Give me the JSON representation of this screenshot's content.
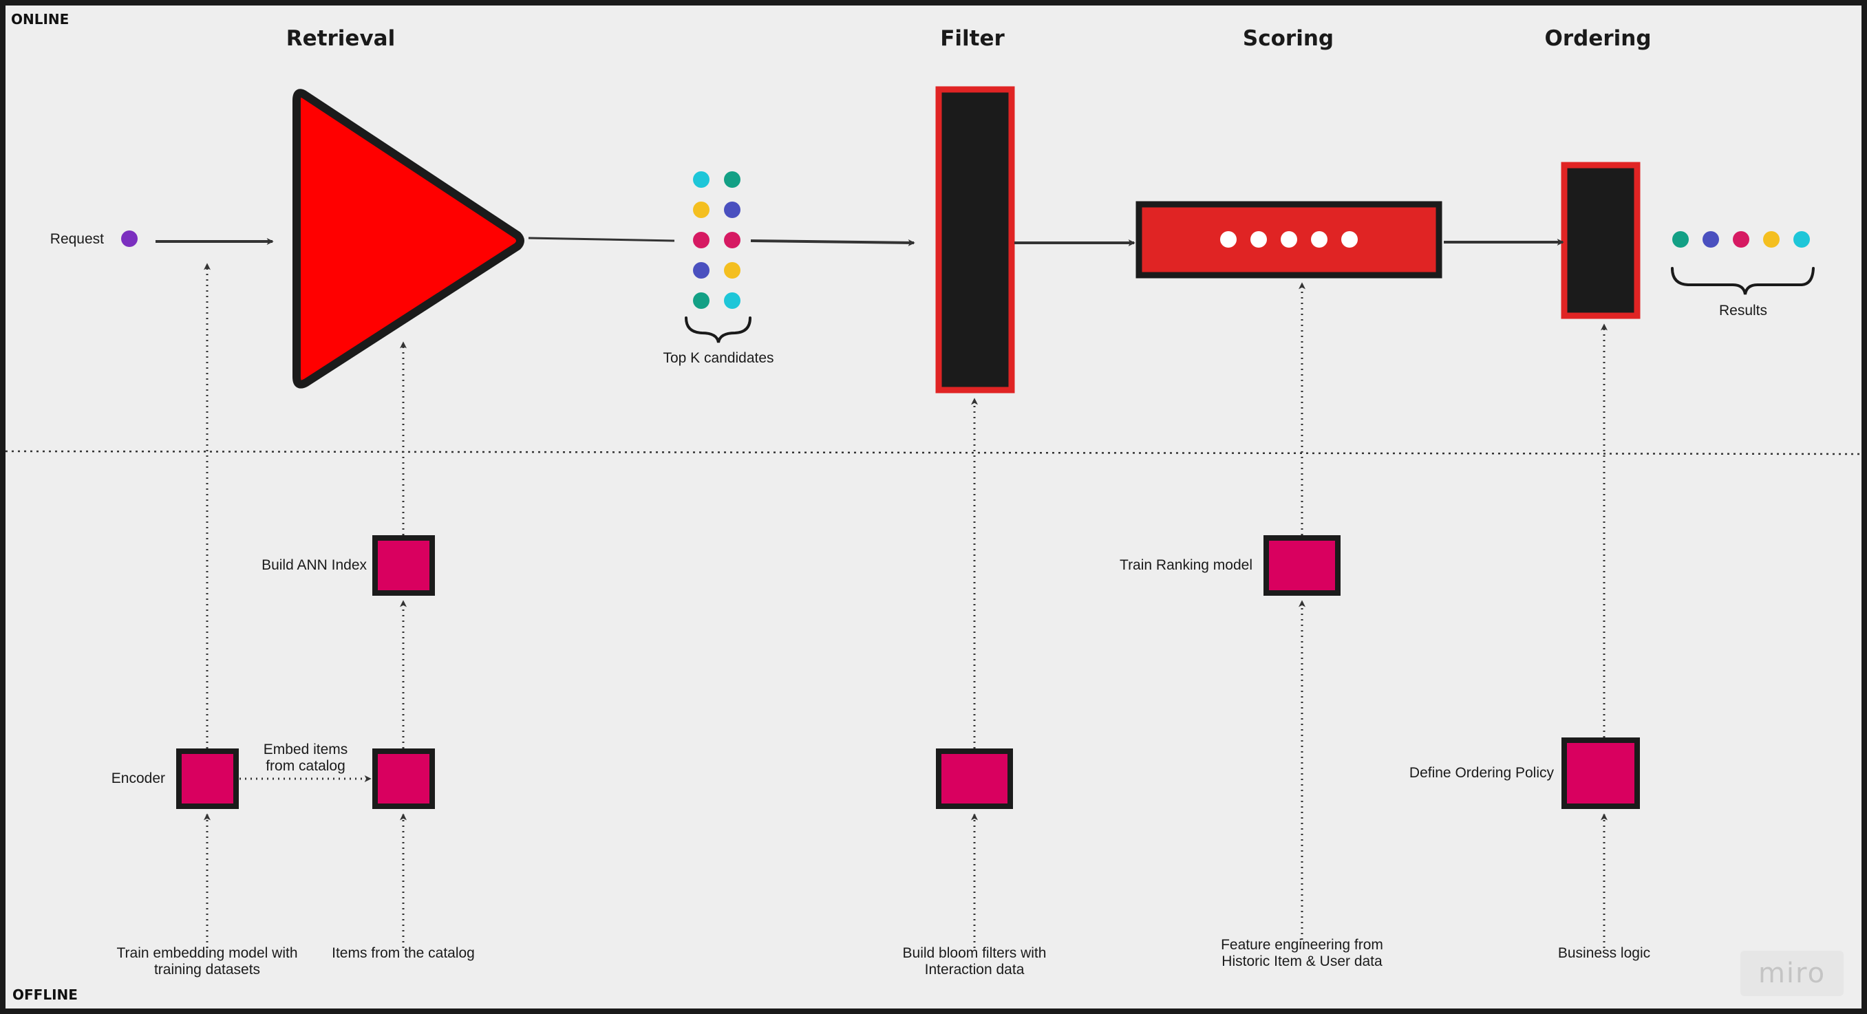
{
  "sections": {
    "online": "ONLINE",
    "offline": "OFFLINE"
  },
  "stages": {
    "retrieval": "Retrieval",
    "filter": "Filter",
    "scoring": "Scoring",
    "ordering": "Ordering"
  },
  "labels": {
    "request": "Request",
    "top_k_candidates": "Top K candidates",
    "results": "Results",
    "build_ann_index": "Build ANN Index",
    "encoder": "Encoder",
    "embed_items": "Embed items\nfrom catalog",
    "train_ranking_model": "Train Ranking model",
    "define_ordering_policy": "Define Ordering Policy",
    "train_embedding_model": "Train embedding model with\ntraining datasets",
    "items_from_catalog": "Items from the catalog",
    "build_bloom_filters": "Build bloom filters with\nInteraction data",
    "feature_engineering": "Feature engineering from\nHistoric Item & User data",
    "business_logic": "Business logic"
  },
  "watermark": "miro",
  "colors": {
    "canvas": "#eeeeee",
    "frame": "#1a1a1a",
    "retrieval_red": "#ff0000",
    "accent_red": "#e02424",
    "block_dark": "#1b1b1b",
    "offline_box": "#d9005f",
    "purple": "#7b2fbf",
    "teal": "#13a085",
    "cyan": "#1ec6d8",
    "yellow": "#f4bf20",
    "blue": "#4a50bf",
    "magenta": "#d61a62"
  },
  "candidate_dots": [
    "cyan",
    "teal",
    "yellow",
    "blue",
    "magenta",
    "magenta",
    "blue",
    "yellow",
    "teal",
    "cyan"
  ],
  "result_dots": [
    "teal",
    "blue",
    "magenta",
    "yellow",
    "cyan"
  ],
  "scoring_dots": 5
}
